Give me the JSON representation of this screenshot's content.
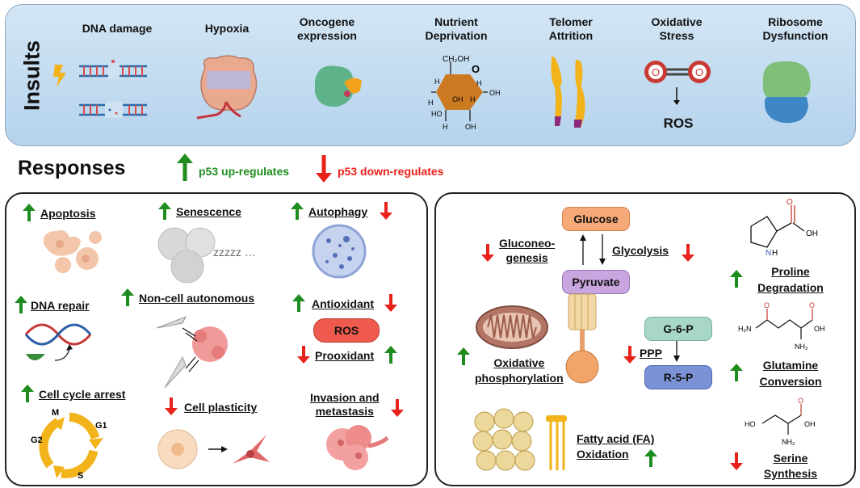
{
  "insults": {
    "heading": "Insults",
    "items": [
      {
        "label1": "DNA damage",
        "label2": ""
      },
      {
        "label1": "Hypoxia",
        "label2": ""
      },
      {
        "label1": "Oncogene",
        "label2": "expression"
      },
      {
        "label1": "Nutrient",
        "label2": "Deprivation"
      },
      {
        "label1": "Telomer",
        "label2": "Attrition"
      },
      {
        "label1": "Oxidative",
        "label2": "Stress"
      },
      {
        "label1": "Ribosome",
        "label2": "Dysfunction"
      }
    ],
    "ros_label": "ROS",
    "o_atom": "O",
    "glucose_chem": {
      "ch2oh": "CH₂OH",
      "o": "O",
      "h": "H",
      "oh": "OH",
      "ho": "HO"
    }
  },
  "responses": {
    "heading": "Responses",
    "legend_up": "p53 up-regulates",
    "legend_down": "p53 down-regulates"
  },
  "left_panel": {
    "apoptosis": "Apoptosis",
    "dna_repair": "DNA repair",
    "cell_cycle_arrest": "Cell cycle arrest",
    "phases": {
      "m": "M",
      "g1": "G1",
      "g2": "G2",
      "s": "S"
    },
    "senescence": "Senescence",
    "zzz": "zzzzz …",
    "non_cell_autonomous": "Non-cell autonomous",
    "cell_plasticity": "Cell plasticity",
    "autophagy": "Autophagy",
    "antioxidant": "Antioxidant",
    "ros_box": "ROS",
    "prooxidant": "Prooxidant",
    "invasion1": "Invasion and",
    "invasion2": "metastasis"
  },
  "right_panel": {
    "glucose": "Glucose",
    "pyruvate": "Pyruvate",
    "gluconeo1": "Gluconeo-",
    "gluconeo2": "genesis",
    "glycolysis": "Glycolysis",
    "oxphos1": "Oxidative",
    "oxphos2": "phosphorylation",
    "ppp": "PPP",
    "g6p": "G-6-P",
    "r5p": "R-5-P",
    "fao1": "Fatty acid (FA)",
    "fao2": "Oxidation",
    "proline1": "Proline",
    "proline2": "Degradation",
    "glutamine1": "Glutamine",
    "glutamine2": "Conversion",
    "serine1": "Serine",
    "serine2": "Synthesis",
    "chem": {
      "oh": "OH",
      "n": "N",
      "h": "H",
      "o": "O",
      "h2n": "H₂N",
      "nh2": "NH₂",
      "ho": "HO"
    }
  },
  "colors": {
    "up": "#1e8c1e",
    "down": "#e8221a",
    "banner": "#bcd8ef",
    "glucose_box": "#f5a878",
    "pyruvate_box": "#c9a6df",
    "g6p_box": "#a8d7c9",
    "r5p_box": "#7b93d6"
  }
}
